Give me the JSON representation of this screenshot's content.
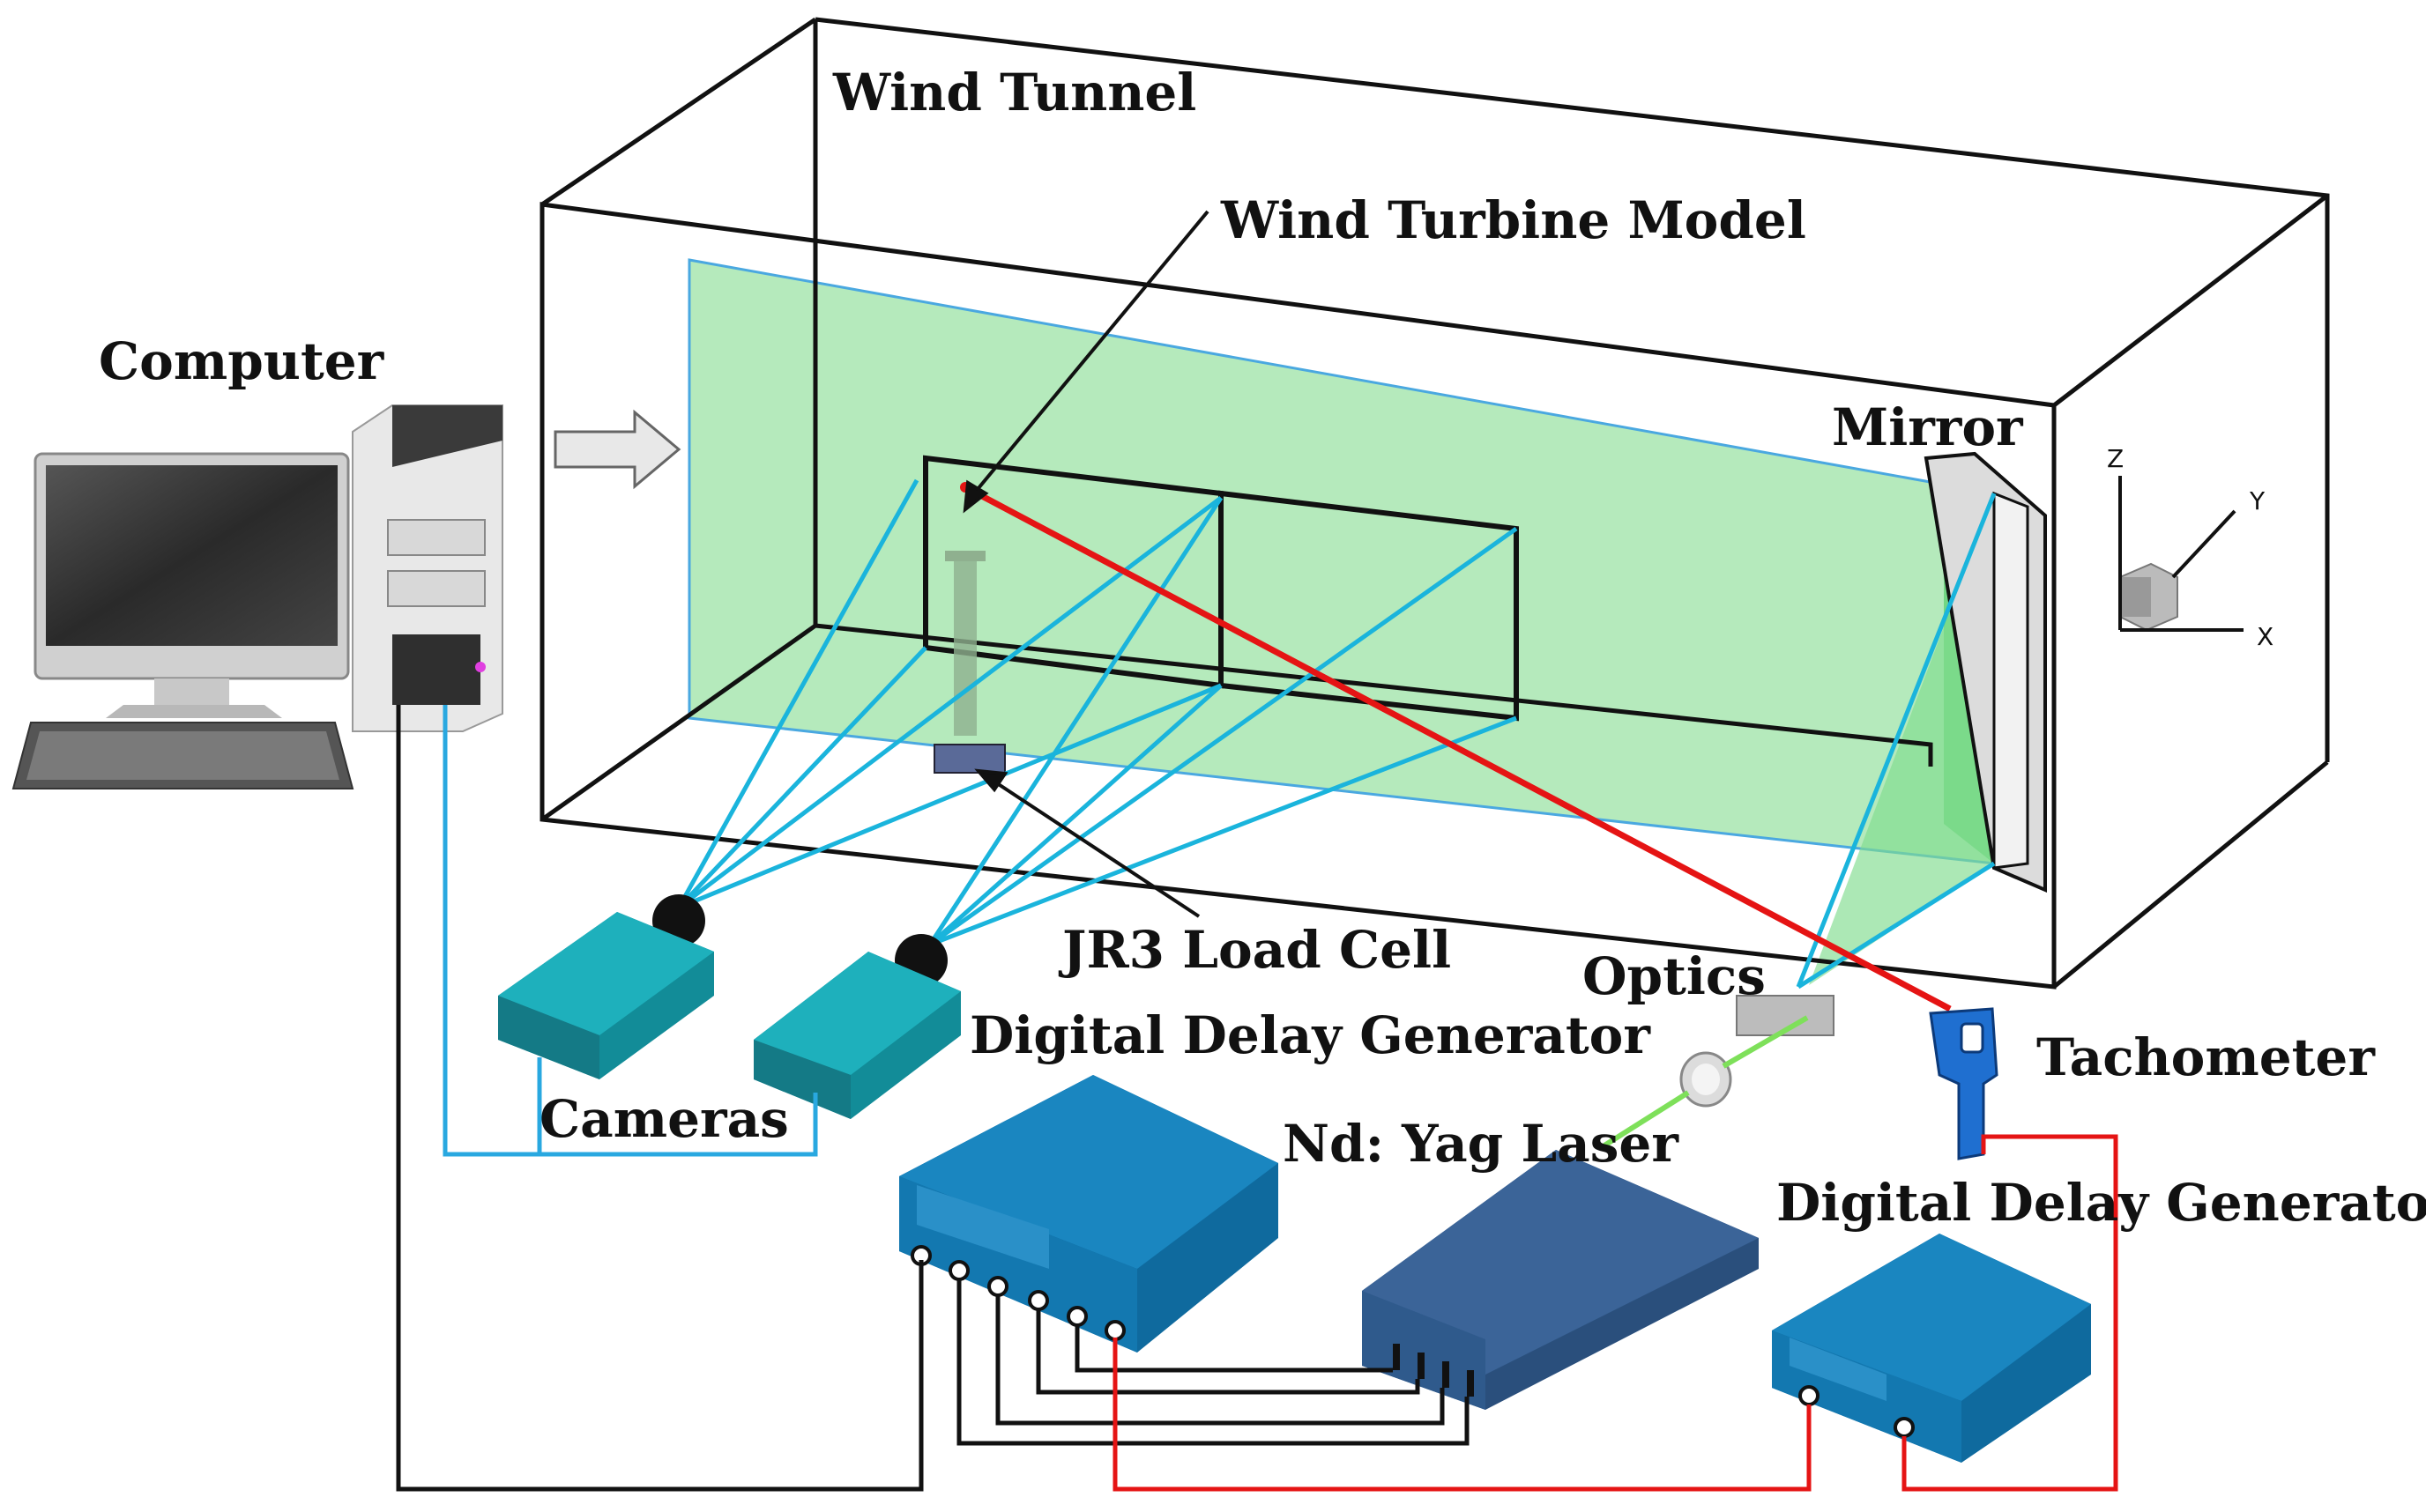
{
  "labels": {
    "wind_tunnel": "Wind Tunnel",
    "wind_turbine_model": "Wind Turbine Model",
    "computer": "Computer",
    "mirror": "Mirror",
    "load_cell": "JR3 Load Cell",
    "optics": "Optics",
    "cameras": "Cameras",
    "delay_generator_main": "Digital Delay Generator",
    "laser": "Nd: Yag Laser",
    "tachometer": "Tachometer",
    "delay_generator_second": "Digital Delay Generator"
  },
  "axes": {
    "z": "Z",
    "y": "Y",
    "x": "X"
  },
  "colors": {
    "laser_sheet": "#a8e6b0",
    "camera_field_of_view": "#1ab4dc",
    "tachometer_beam": "#e51414",
    "signal_cable_black": "#111111",
    "camera_cable": "#29a8e0",
    "laser_beam": "#7ee05a",
    "camera_body": "#1a9aa8",
    "generator_body": "#1378b0",
    "laser_body": "#2f5a8c",
    "tachometer_body": "#1f6fd0"
  },
  "icons": {
    "computer": "desktop-computer-icon",
    "flow_direction": "arrow-right-icon",
    "coordinate_system": "xyz-axes-icon"
  }
}
